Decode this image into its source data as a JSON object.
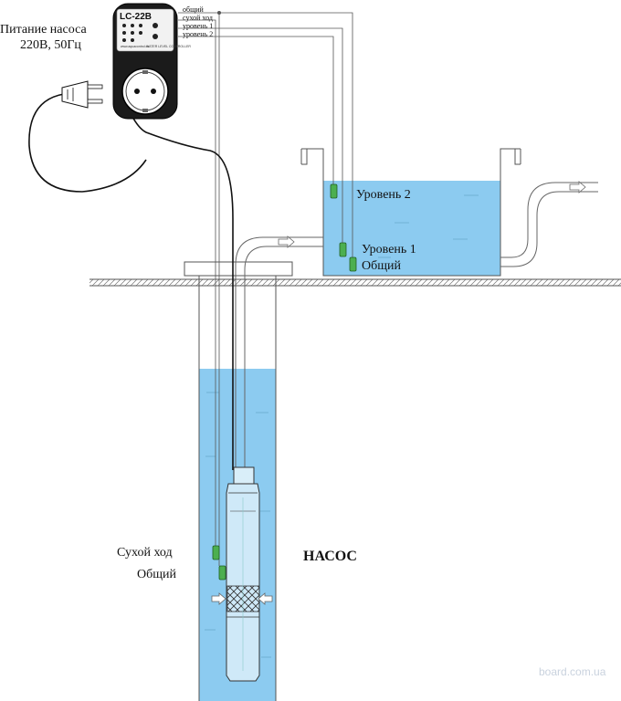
{
  "power_label_line1": "Питание насоса",
  "power_label_line2": "220В, 50Гц",
  "device_model": "LC-22B",
  "device_panel_text": [
    "www.aquacontrol.ru",
    "WATER LEVEL CONTROLLER"
  ],
  "wire_labels": [
    "общий",
    "сухой ход",
    "уровень 1",
    "уровень 2"
  ],
  "tank_labels": {
    "level2": "Уровень 2",
    "level1": "Уровень 1",
    "common": "Общий"
  },
  "well_labels": {
    "dry_run": "Сухой ход",
    "common": "Общий"
  },
  "pump_label": "НАСОС",
  "watermark": "board.com.ua",
  "colors": {
    "water": "#8ccbf0",
    "sensor": "#4caf50",
    "line": "#555555",
    "cable": "#111111",
    "device_body": "#1b1b1b"
  }
}
